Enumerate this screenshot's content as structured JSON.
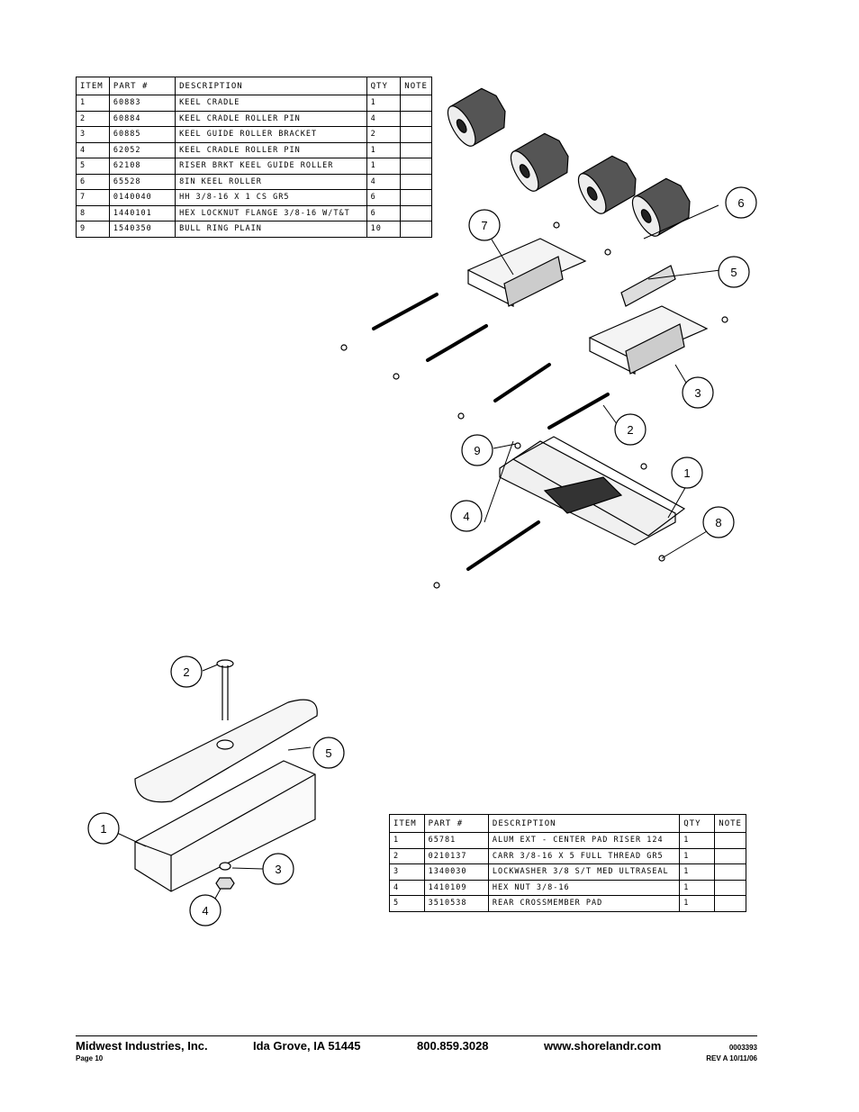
{
  "parts_table_1": {
    "headers": [
      "ITEM",
      "PART #",
      "DESCRIPTION",
      "QTY",
      "NOTE"
    ],
    "rows": [
      [
        "1",
        "60883",
        "KEEL CRADLE",
        "1",
        ""
      ],
      [
        "2",
        "60884",
        "KEEL CRADLE ROLLER PIN",
        "4",
        ""
      ],
      [
        "3",
        "60885",
        "KEEL GUIDE ROLLER BRACKET",
        "2",
        ""
      ],
      [
        "4",
        "62052",
        "KEEL CRADLE ROLLER PIN",
        "1",
        ""
      ],
      [
        "5",
        "62108",
        "RISER BRKT KEEL GUIDE ROLLER",
        "1",
        ""
      ],
      [
        "6",
        "65528",
        "8IN KEEL ROLLER",
        "4",
        ""
      ],
      [
        "7",
        "0140040",
        "HH 3/8-16 X 1 CS GR5",
        "6",
        ""
      ],
      [
        "8",
        "1440101",
        "HEX LOCKNUT FLANGE 3/8-16 W/T&T",
        "6",
        ""
      ],
      [
        "9",
        "1540350",
        "BULL RING PLAIN",
        "10",
        ""
      ]
    ]
  },
  "parts_table_2": {
    "headers": [
      "ITEM",
      "PART #",
      "DESCRIPTION",
      "QTY",
      "NOTE"
    ],
    "rows": [
      [
        "1",
        "65781",
        "ALUM EXT - CENTER PAD RISER 124",
        "1",
        ""
      ],
      [
        "2",
        "0210137",
        "CARR 3/8-16 X 5 FULL THREAD GR5",
        "1",
        ""
      ],
      [
        "3",
        "1340030",
        "LOCKWASHER 3/8 S/T MED ULTRASEAL",
        "1",
        ""
      ],
      [
        "4",
        "1410109",
        "HEX NUT 3/8-16",
        "1",
        ""
      ],
      [
        "5",
        "3510538",
        "REAR CROSSMEMBER PAD",
        "1",
        ""
      ]
    ]
  },
  "drawing_1_callouts": [
    "1",
    "2",
    "3",
    "4",
    "5",
    "6",
    "7",
    "8",
    "9"
  ],
  "drawing_2_callouts": [
    "1",
    "2",
    "3",
    "4",
    "5"
  ],
  "footer": {
    "company": "Midwest Industries, Inc.",
    "city": "Ida Grove, IA  51445",
    "phone": "800.859.3028",
    "website": "www.shorelandr.com",
    "page": "Page 10",
    "doc_number": "0003393",
    "revision": "REV A  10/11/06"
  }
}
